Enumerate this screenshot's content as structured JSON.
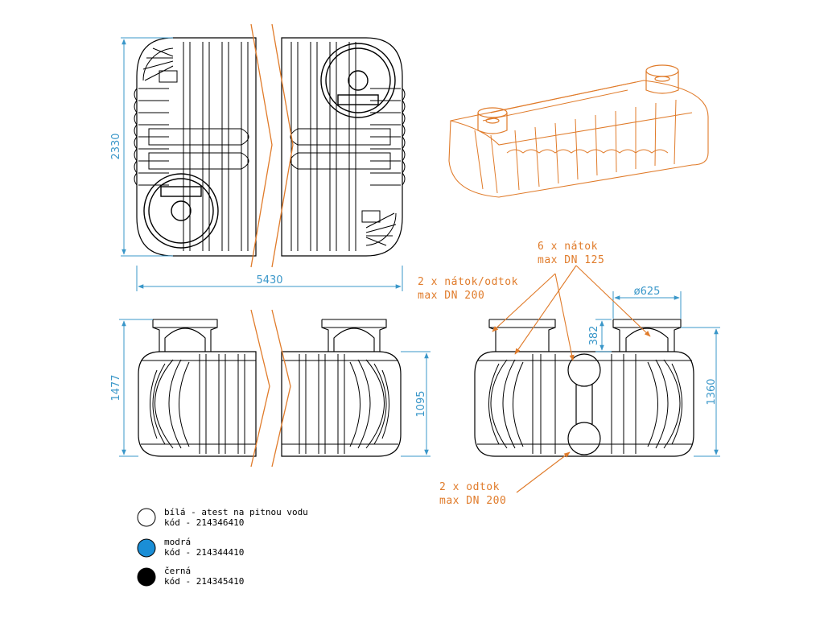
{
  "dimensions": {
    "plan_width": "5430",
    "plan_height": "2330",
    "side_height": "1477",
    "side_body_height": "1095",
    "end_height": "1360",
    "dome_height": "382",
    "access_diameter": "ø625"
  },
  "annotations": {
    "inlets_6": {
      "line1": "6 x nátok",
      "line2": "max DN 125"
    },
    "inlet_outlet_2": {
      "line1": "2 x nátok/odtok",
      "line2": "max DN 200"
    },
    "outlets_2": {
      "line1": "2 x odtok",
      "line2": "max DN 200"
    }
  },
  "legend": [
    {
      "color": "#ffffff",
      "label": "bílá - atest na pitnou vodu",
      "code": "kód - 214346410"
    },
    {
      "color": "#1a8ed6",
      "label": "modrá",
      "code": "kód - 214344410"
    },
    {
      "color": "#000000",
      "label": "černá",
      "code": "kód - 214345410"
    }
  ],
  "colors": {
    "outline": "#000000",
    "dimension": "#3a97c9",
    "accent": "#e07b2a"
  }
}
